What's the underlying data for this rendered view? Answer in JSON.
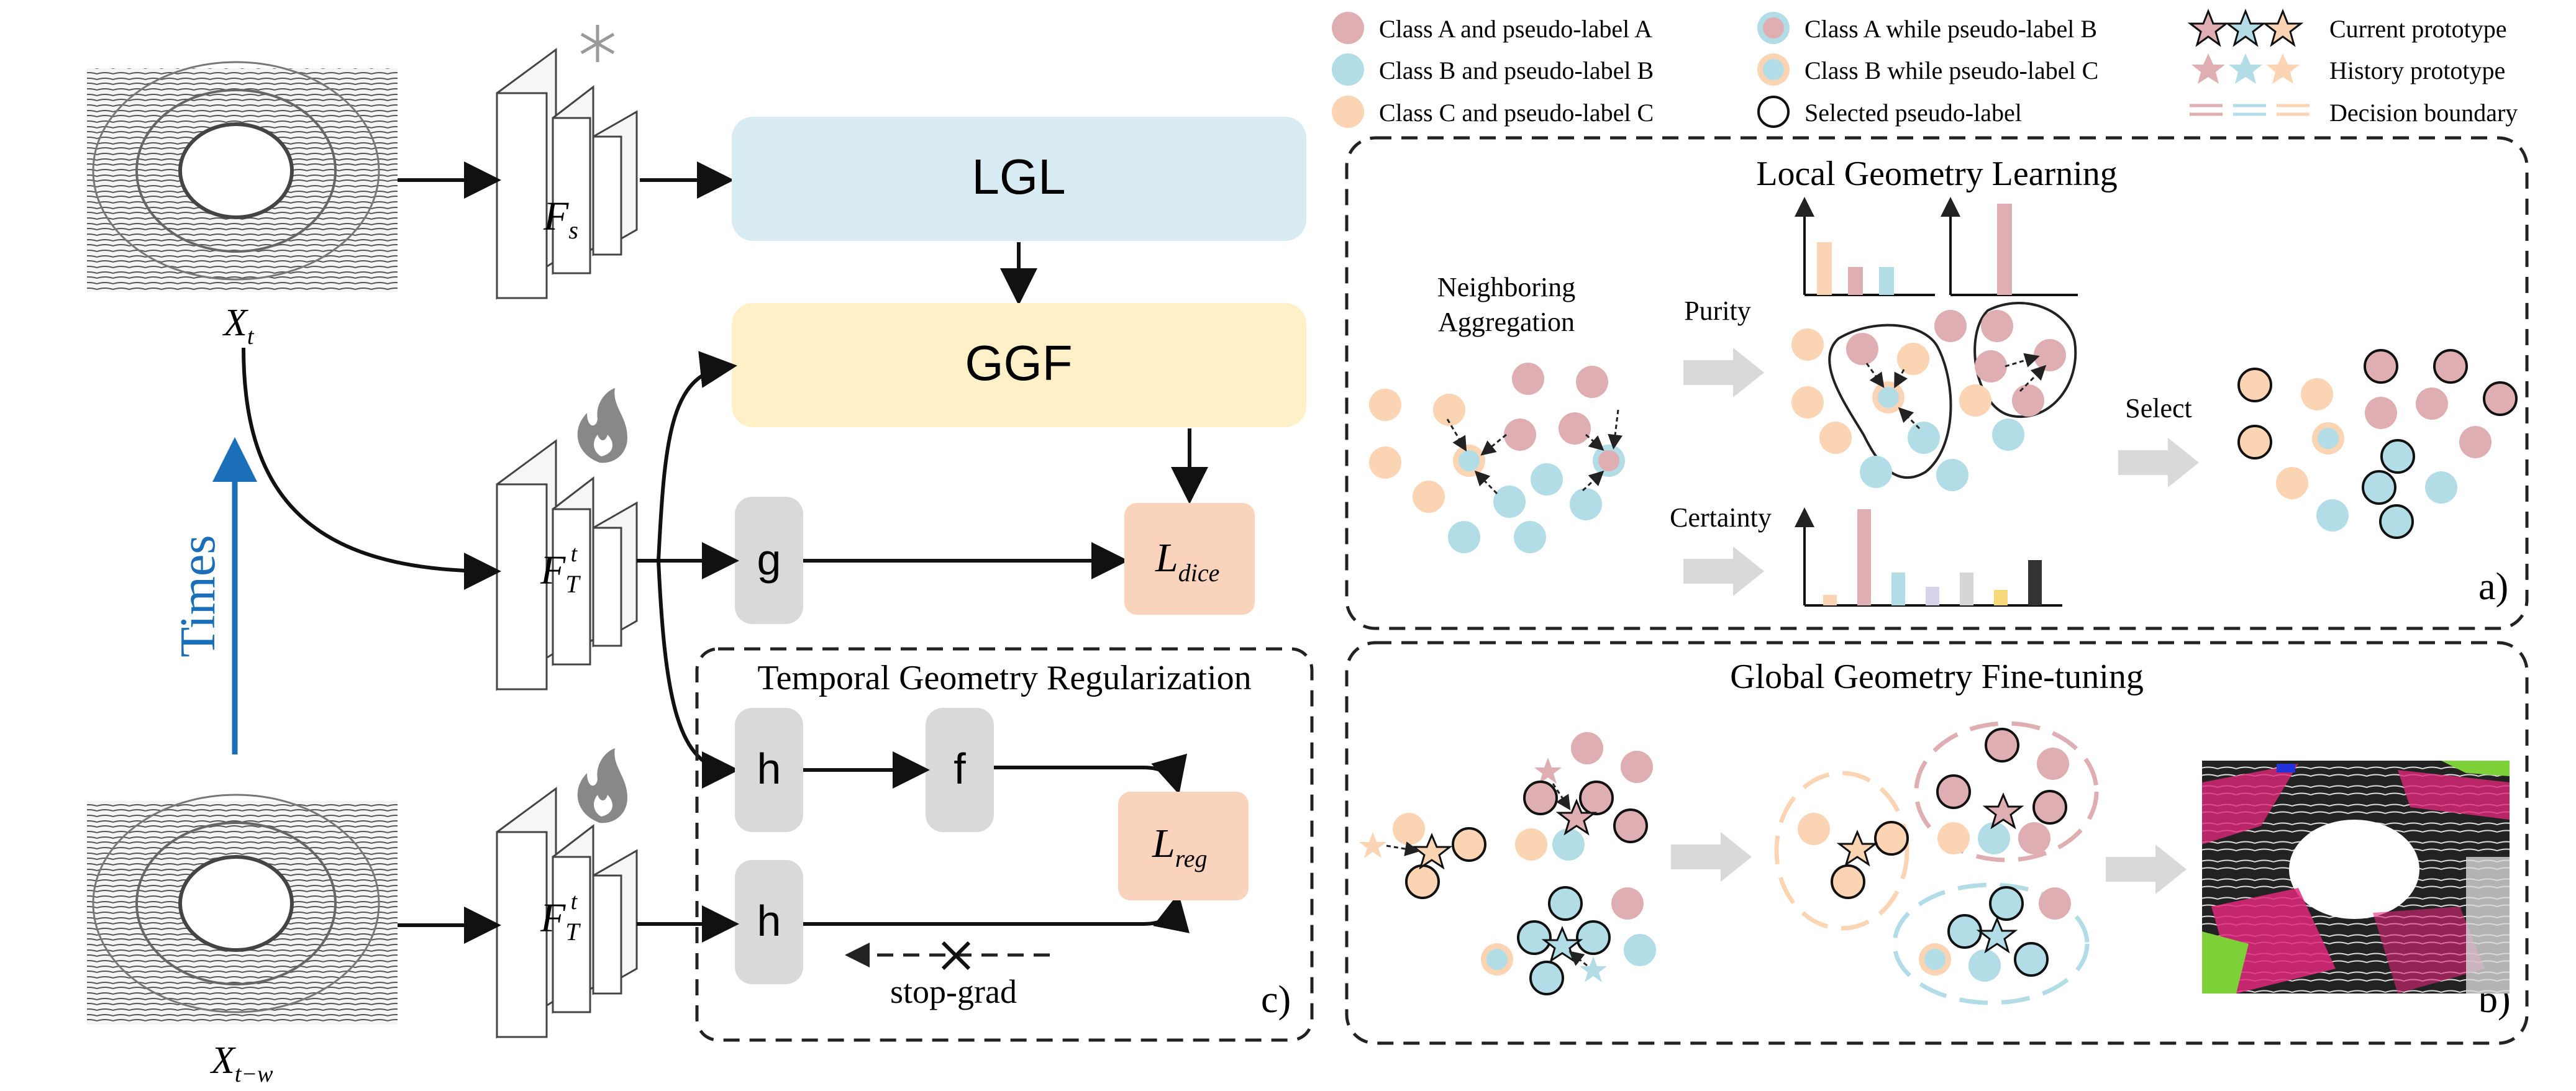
{
  "legend": {
    "class_a_pl_a": "Class A and pseudo-label A",
    "class_b_pl_b": "Class B and pseudo-label B",
    "class_c_pl_c": "Class C and pseudo-label C",
    "class_a_pl_b": "Class A while pseudo-label B",
    "class_b_pl_c": "Class B while pseudo-label C",
    "selected_pl": "Selected pseudo-label",
    "current_prototype": "Current prototype",
    "history_prototype": "History prototype",
    "decision_boundary": "Decision boundary"
  },
  "left": {
    "xt_label": "X",
    "xt_sub": "t",
    "xtw_label": "X",
    "xtw_sub": "t−w",
    "times_label": "Times",
    "fs_main": "F",
    "fs_sub": "s",
    "ft_main": "F",
    "ft_sub": "T",
    "ft_sup": "t"
  },
  "modules": {
    "lgl": "LGL",
    "ggf": "GGF",
    "g": "g",
    "h1": "h",
    "h2": "h",
    "f": "f",
    "ldice_main": "L",
    "ldice_sub": "dice",
    "lreg_main": "L",
    "lreg_sub": "reg"
  },
  "panel_c": {
    "title": "Temporal Geometry Regularization",
    "stop_grad": "stop-grad",
    "tag": "c)"
  },
  "panel_a": {
    "title": "Local Geometry Learning",
    "neighboring": "Neighboring",
    "aggregation": "Aggregation",
    "purity": "Purity",
    "certainty": "Certainty",
    "select": "Select",
    "tag": "a)"
  },
  "panel_b": {
    "title": "Global Geometry Fine-tuning",
    "tag": "b)"
  },
  "colors": {
    "class_a": "#deaeb2",
    "class_b": "#b2dde6",
    "class_c": "#fbd4b4",
    "lgl_fill": "#d8eaf2",
    "ggf_fill": "#fff0c8",
    "loss_fill": "#f9d3bb",
    "head_fill": "#d9d9d9",
    "times_arrow": "#1a6fb8"
  }
}
